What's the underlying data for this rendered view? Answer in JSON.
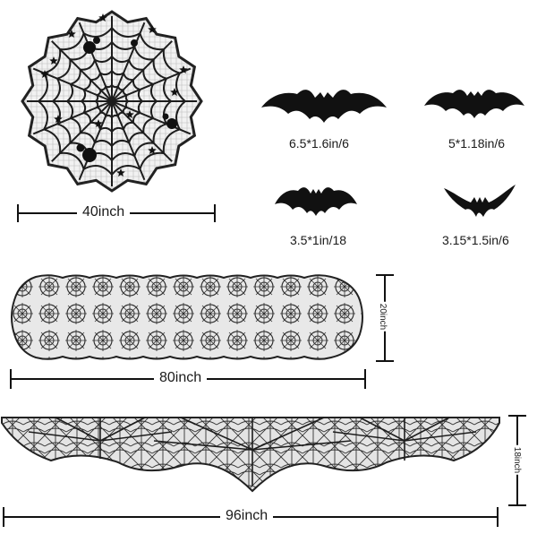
{
  "tablecloth": {
    "size_label": "40inch"
  },
  "bats": [
    {
      "label": "6.5*1.6in/6"
    },
    {
      "label": "5*1.18in/6"
    },
    {
      "label": "3.5*1in/18"
    },
    {
      "label": "3.15*1.5in/6"
    }
  ],
  "runner": {
    "length_label": "80inch",
    "width_label": "20inch"
  },
  "mantel": {
    "length_label": "96inch",
    "height_label": "18inch"
  },
  "colors": {
    "lace": "#2a2a2a",
    "ink": "#111111",
    "dim": "#222222"
  }
}
